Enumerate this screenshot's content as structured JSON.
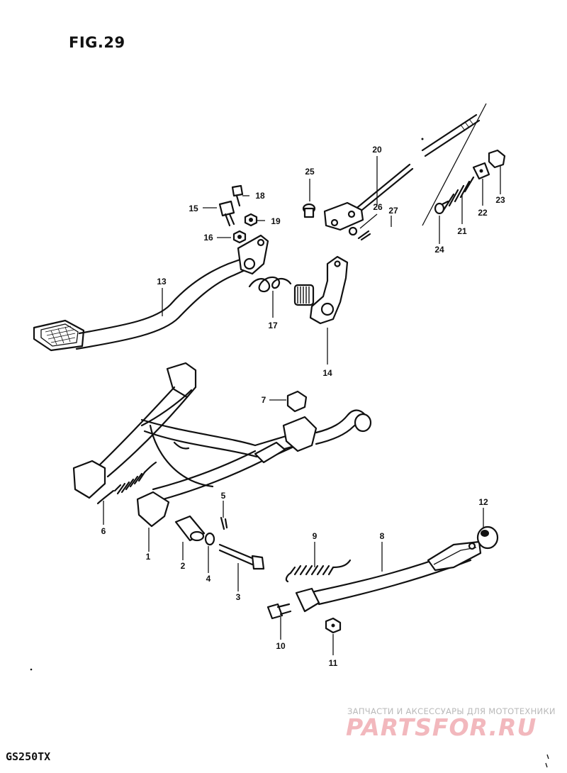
{
  "figure": {
    "title": "FIG.29",
    "model": "GS250TX"
  },
  "watermark": {
    "tagline": "ЗАПЧАСТИ И АКСЕССУАРЫ ДЛЯ МОТОТЕХНИКИ",
    "brand": "PARTSFOR.RU",
    "brand_color": "#f2b8bd"
  },
  "callouts": [
    "1",
    "2",
    "3",
    "4",
    "5",
    "6",
    "7",
    "8",
    "9",
    "10",
    "11",
    "12",
    "13",
    "14",
    "15",
    "16",
    "17",
    "18",
    "19",
    "20",
    "21",
    "22",
    "23",
    "24",
    "25",
    "26",
    "27"
  ]
}
